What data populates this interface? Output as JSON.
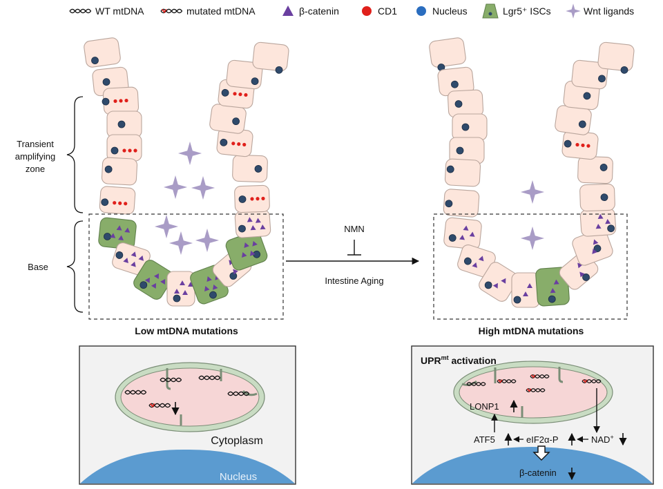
{
  "legend": {
    "wt_mtdna": "WT mtDNA",
    "mutated_mtdna": "mutated mtDNA",
    "beta_catenin": "β-catenin",
    "cd1": "CD1",
    "nucleus": "Nucleus",
    "lgr5": "Lgr5⁺ ISCs",
    "wnt": "Wnt ligands"
  },
  "zones": {
    "transient_l1": "Transient",
    "transient_l2": "amplifying",
    "transient_l3": "zone",
    "base": "Base"
  },
  "middle": {
    "nmn": "NMN",
    "inhibit_symbol": "⊥",
    "intestine_aging": "Intestine Aging"
  },
  "captions": {
    "left": "Low mtDNA mutations",
    "right": "High mtDNA mutations"
  },
  "left_panel": {
    "cytoplasm": "Cytoplasm",
    "nucleus": "Nucleus"
  },
  "right_panel": {
    "upr_main": "UPR",
    "upr_sup": "mt",
    "upr_rest": " activation",
    "lonp1": "LONP1",
    "atf5": "ATF5",
    "eif2a": "eIF2α-P",
    "nad_main": "NAD",
    "nad_sup": "+",
    "beta_catenin": "β-catenin"
  },
  "colors": {
    "cell_fill": "#fde6dc",
    "cell_stroke": "#b9a59c",
    "nucleus": "#2f4a6b",
    "cd1": "#e0201b",
    "beta_catenin": "#6a3fa0",
    "lgr5": "#88ad6a",
    "wnt": "#a99cc6",
    "mito_outer": "#c9dcc3",
    "mito_inner": "#f6d6d6",
    "panel_bg": "#f2f2f2",
    "nucleus_panel": "#5b9bd0"
  }
}
